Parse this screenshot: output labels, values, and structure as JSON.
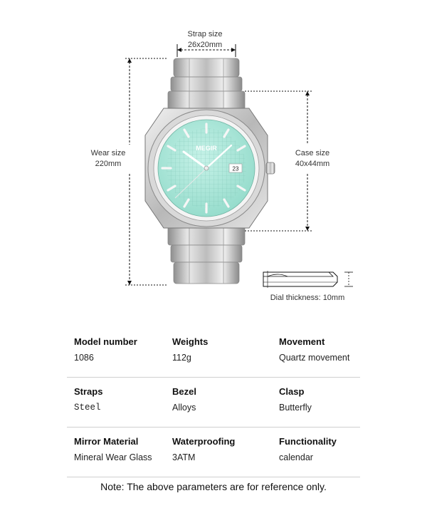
{
  "dimensions": {
    "strap_title": "Strap size",
    "strap_value": "26x20mm",
    "wear_title": "Wear size",
    "wear_value": "220mm",
    "case_title": "Case size",
    "case_value": "40x44mm",
    "dial_thickness": "Dial thickness: 10mm"
  },
  "watch": {
    "brand": "MEGIR",
    "dial_color": "#a8e6d8",
    "case_color": "#c9c9c9"
  },
  "specs": [
    [
      {
        "label": "Model number",
        "value": "1086"
      },
      {
        "label": "Weights",
        "value": "112g"
      },
      {
        "label": "Movement",
        "value": "Quartz movement"
      }
    ],
    [
      {
        "label": "Straps",
        "value": "Steel"
      },
      {
        "label": "Bezel",
        "value": "Alloys"
      },
      {
        "label": "Clasp",
        "value": "Butterfly"
      }
    ],
    [
      {
        "label": "Mirror Material",
        "value": "Mineral Wear Glass"
      },
      {
        "label": "Waterproofing",
        "value": "3ATM"
      },
      {
        "label": "Functionality",
        "value": "calendar"
      }
    ]
  ],
  "note": "Note: The above parameters are for reference only."
}
